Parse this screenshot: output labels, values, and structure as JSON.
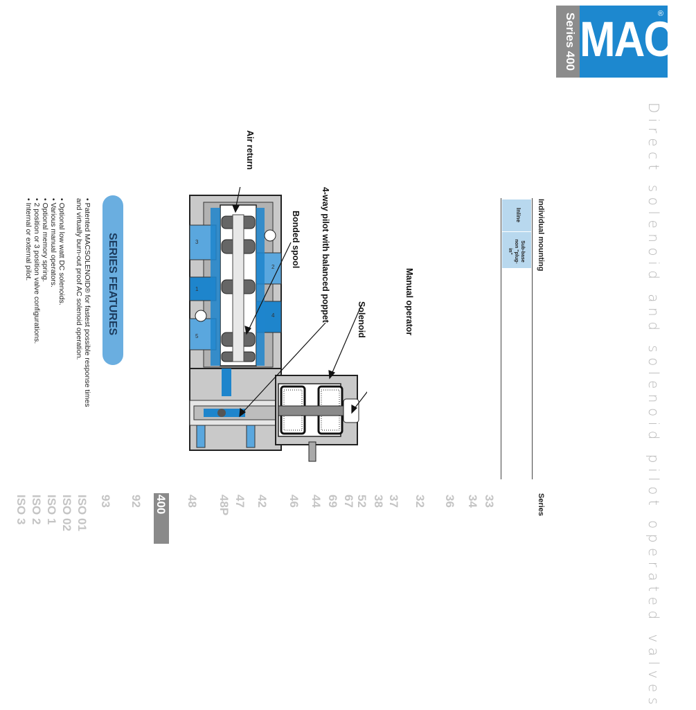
{
  "logo": {
    "series_text": "Series 400",
    "brand": "MAC",
    "reg_mark": "®"
  },
  "subtitle": "Direct solenoid and solenoid pilot operated valves",
  "mounting": {
    "title": "Individual mounting",
    "inline": "Inline",
    "subbase": "Sub-base non \"plug-in\""
  },
  "series": {
    "label": "Series",
    "items": [
      "33",
      "34",
      "36",
      "32",
      "37",
      "38",
      "52",
      "67",
      "69",
      "44",
      "46",
      "42",
      "47",
      "48P",
      "48",
      "400",
      "92",
      "93",
      "ISO 01",
      "ISO 02",
      "ISO 1",
      "ISO 2",
      "ISO 3"
    ],
    "highlight": "400"
  },
  "features": {
    "title": "SERIES FEATURES",
    "bullets": [
      "• Patented MACSOLENOID® for fastest possible response times",
      "   and virtually burn-out proof AC solenoid operation.",
      "• Optional low watt DC solenoids.",
      "• Various manual operators.",
      "• Optional memory spring.",
      "• 2 position or 3 position valve configurations.",
      "• Internal or external pilot."
    ]
  },
  "callouts": {
    "air_return": "Air return",
    "balanced_poppet": "4-way pilot with balanced poppet",
    "bonded_spool": "Bonded spool",
    "solenoid": "Solenoid",
    "manual_operator": "Manual operator"
  },
  "ports": [
    "3",
    "2",
    "1",
    "4",
    "5"
  ],
  "colors": {
    "brand_blue": "#1d88cf",
    "gray": "#8c8c8c",
    "light_blue": "#b8d8ee",
    "pill_blue": "#6aaee0",
    "numeral_gray": "#c4c4c4"
  }
}
